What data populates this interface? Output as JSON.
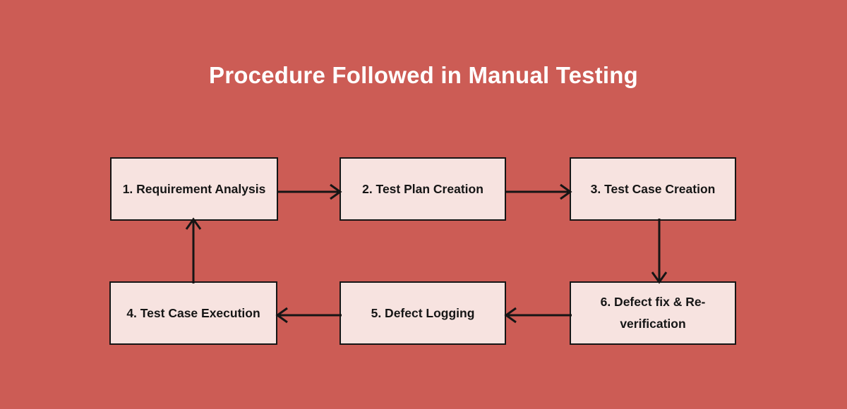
{
  "diagram": {
    "title": "Procedure Followed in Manual Testing",
    "type": "flowchart",
    "background_color": "#cc5c55",
    "node_fill_color": "#f7e3e0",
    "node_border_color": "#151515",
    "title_color": "#ffffff",
    "nodes": [
      {
        "id": 1,
        "label": "1. Requirement Analysis",
        "row": "top",
        "column": 1
      },
      {
        "id": 2,
        "label": "2. Test Plan Creation",
        "row": "top",
        "column": 2
      },
      {
        "id": 3,
        "label": "3. Test Case Creation",
        "row": "top",
        "column": 3
      },
      {
        "id": 4,
        "label": "4. Test Case Execution",
        "row": "bottom",
        "column": 1
      },
      {
        "id": 5,
        "label": "5. Defect Logging",
        "row": "bottom",
        "column": 2
      },
      {
        "id": 6,
        "label": "6. Defect fix & Re-verification",
        "row": "bottom",
        "column": 3
      }
    ],
    "edges": [
      {
        "from": 1,
        "to": 2,
        "direction": "right"
      },
      {
        "from": 2,
        "to": 3,
        "direction": "right"
      },
      {
        "from": 3,
        "to": 6,
        "direction": "down"
      },
      {
        "from": 6,
        "to": 5,
        "direction": "left"
      },
      {
        "from": 5,
        "to": 4,
        "direction": "left"
      },
      {
        "from": 4,
        "to": 1,
        "direction": "up"
      }
    ]
  }
}
